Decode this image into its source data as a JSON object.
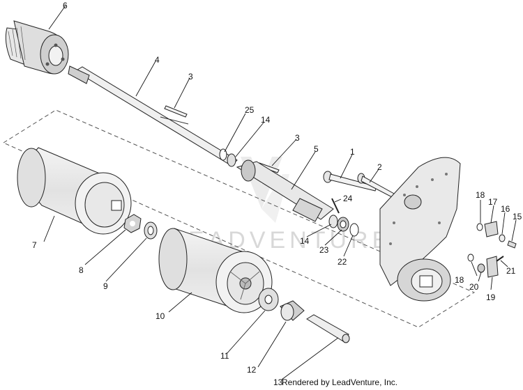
{
  "callouts": [
    {
      "id": "c1",
      "label": "1"
    },
    {
      "id": "c2",
      "label": "2"
    },
    {
      "id": "c3a",
      "label": "3"
    },
    {
      "id": "c3b",
      "label": "3"
    },
    {
      "id": "c4",
      "label": "4"
    },
    {
      "id": "c5",
      "label": "5"
    },
    {
      "id": "c6",
      "label": "6"
    },
    {
      "id": "c7",
      "label": "7"
    },
    {
      "id": "c8",
      "label": "8"
    },
    {
      "id": "c9",
      "label": "9"
    },
    {
      "id": "c10",
      "label": "10"
    },
    {
      "id": "c11",
      "label": "11"
    },
    {
      "id": "c12",
      "label": "12"
    },
    {
      "id": "c13",
      "label": "13"
    },
    {
      "id": "c14a",
      "label": "14"
    },
    {
      "id": "c14b",
      "label": "14"
    },
    {
      "id": "c15",
      "label": "15"
    },
    {
      "id": "c16",
      "label": "16"
    },
    {
      "id": "c17",
      "label": "17"
    },
    {
      "id": "c18a",
      "label": "18"
    },
    {
      "id": "c18b",
      "label": "18"
    },
    {
      "id": "c19",
      "label": "19"
    },
    {
      "id": "c20",
      "label": "20"
    },
    {
      "id": "c21",
      "label": "21"
    },
    {
      "id": "c22",
      "label": "22"
    },
    {
      "id": "c23",
      "label": "23"
    },
    {
      "id": "c24",
      "label": "24"
    },
    {
      "id": "c25",
      "label": "25"
    }
  ],
  "watermark": "LEADVENTURE",
  "credit": "Rendered by LeadVenture, Inc.",
  "colors": {
    "line": "#222222",
    "shade": "#e6e6e6",
    "light": "#f5f5f5",
    "dark": "#9a9a9a",
    "watermark": "#d8d8d8"
  }
}
